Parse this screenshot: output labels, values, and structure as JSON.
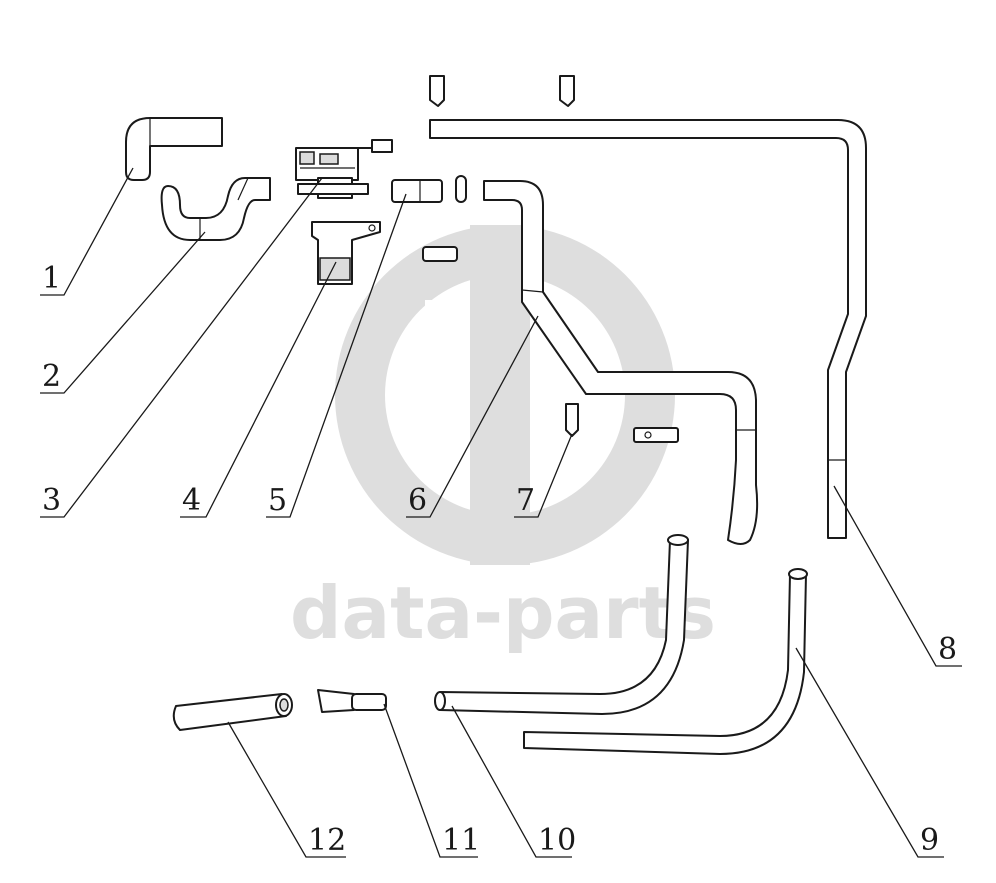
{
  "watermark": {
    "text": "data-parts"
  },
  "callouts": [
    "1",
    "2",
    "3",
    "4",
    "5",
    "6",
    "7",
    "8",
    "9",
    "10",
    "11",
    "12"
  ]
}
